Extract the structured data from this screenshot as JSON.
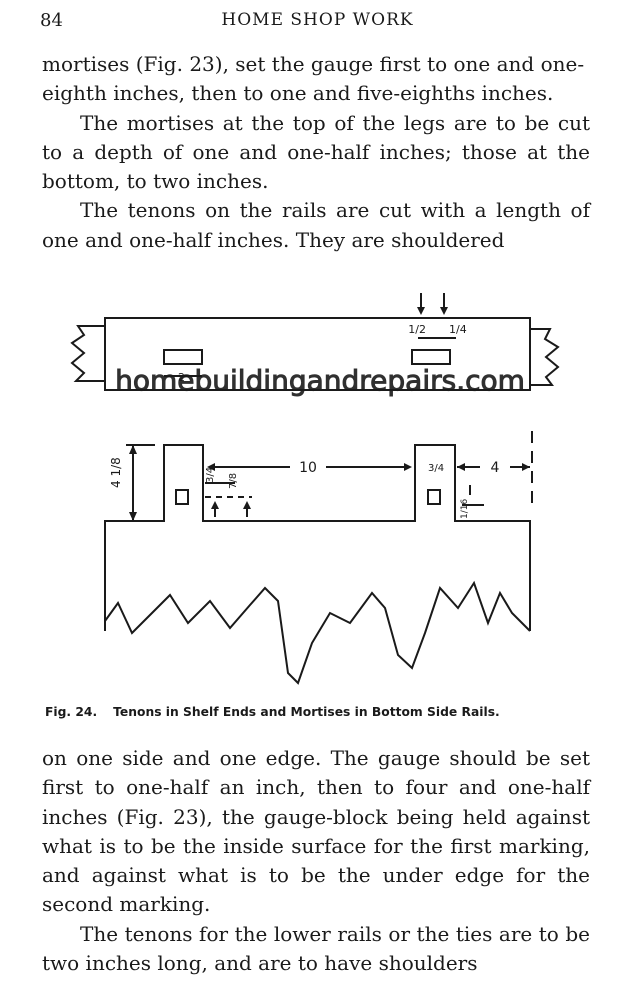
{
  "header": {
    "page_number": "84",
    "running_head": "HOME SHOP WORK"
  },
  "top_paragraphs": [
    "mortises (Fig. 23), set the gauge first to one and one-eighth inches, then to one and five-eighths inches.",
    "The mortises at the top of the legs are to be cut to a depth of one and one-half inches; those at the bottom, to two inches.",
    "The tenons on the rails are cut with a length of one and one-half inches. They are shouldered"
  ],
  "figure": {
    "watermark": "homebuildingandrepairs.com",
    "labels": {
      "half": "1/2",
      "quarter": "1/4",
      "left_mortise": "2",
      "left_height": "4 1/8",
      "three_quarter_a": "3/4",
      "seven_eighth": "7/8",
      "ten": "10",
      "three_quarter_b": "3/4",
      "four": "4",
      "one_sixteenth": "1/16"
    }
  },
  "caption": {
    "label": "Fig. 24.",
    "text": "Tenons in Shelf Ends and Mortises in Bottom Side Rails."
  },
  "bottom_paragraphs": [
    "on one side and one edge. The gauge should be set first to one-half an inch, then to four and one-half inches (Fig. 23), the gauge-block being held against what is to be the inside surface for the first marking, and against what is to be the under edge for the second marking.",
    "The tenons for the lower rails or the ties are to be two inches long, and are to have shoulders"
  ]
}
